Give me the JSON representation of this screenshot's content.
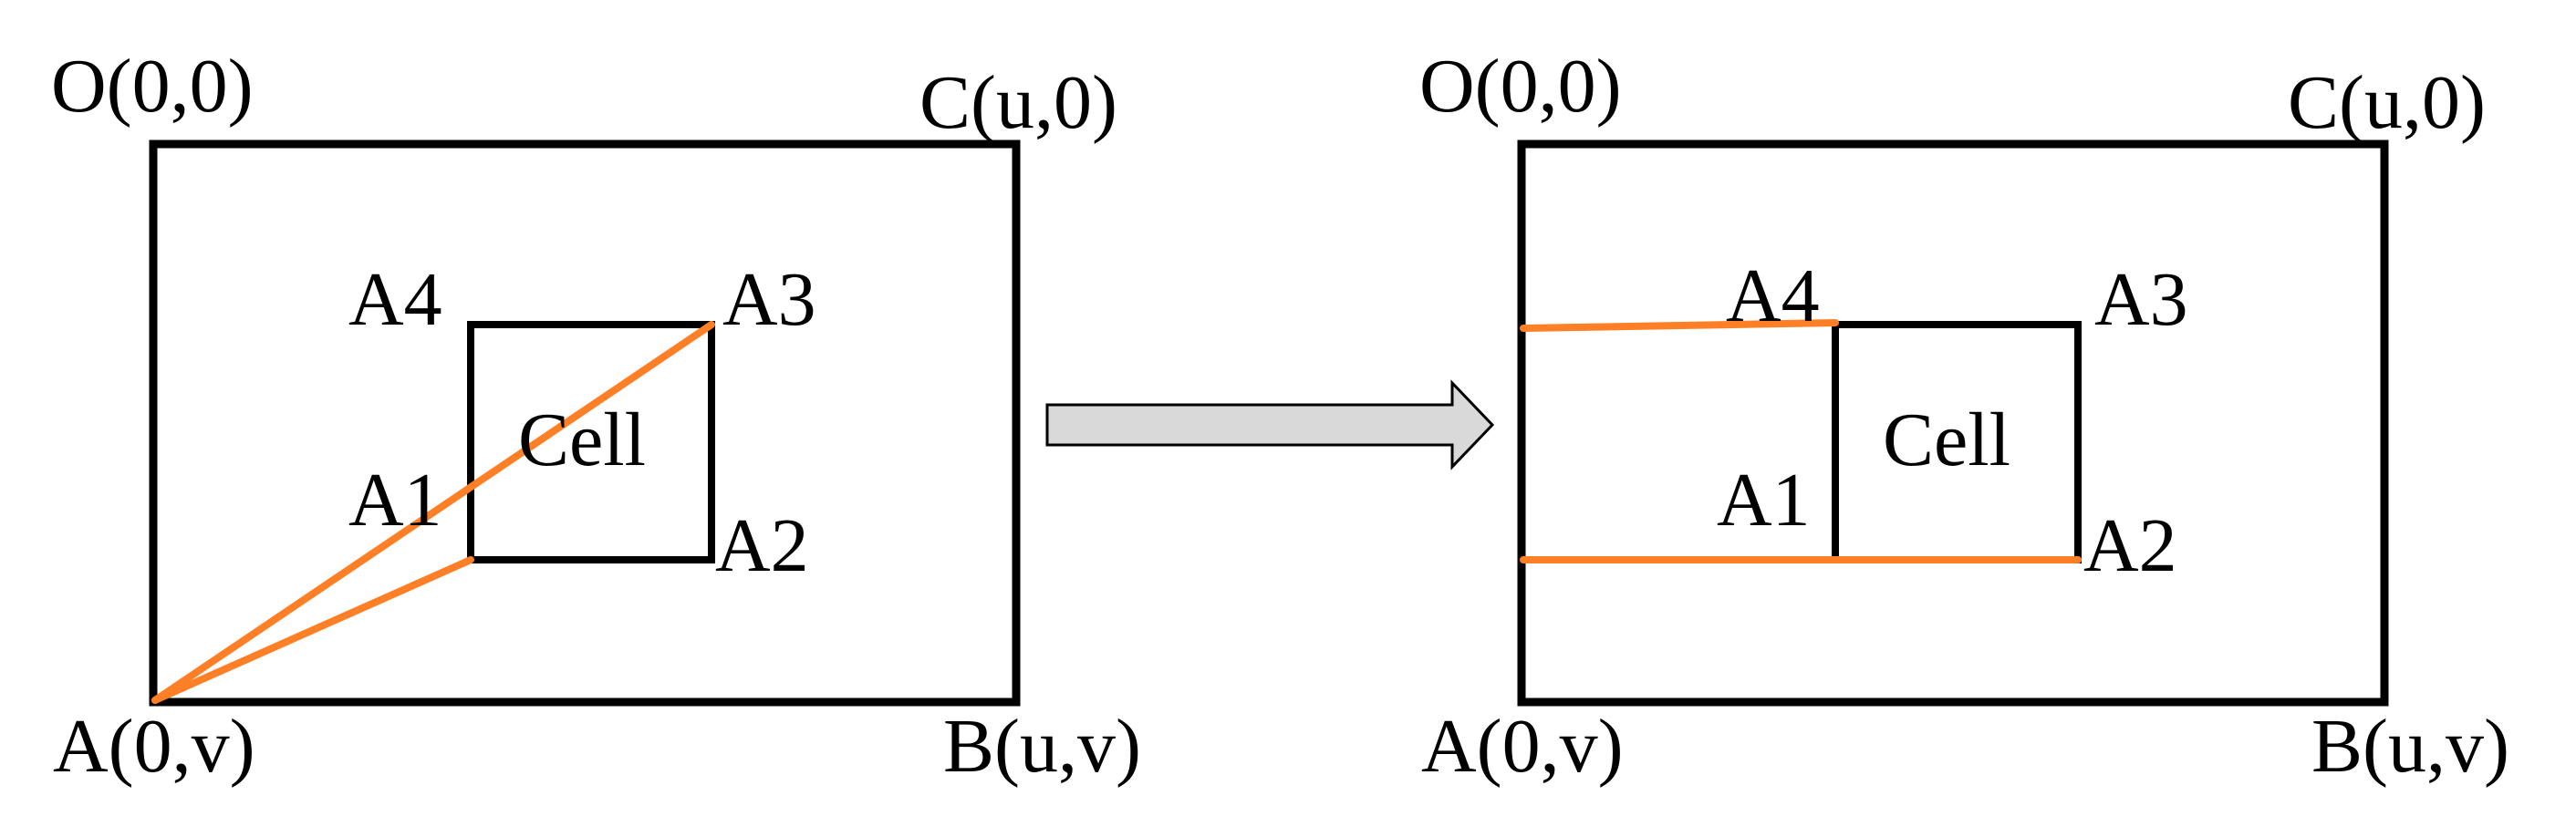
{
  "colors": {
    "outline": "#000000",
    "ray": "#FF7F27",
    "arrow_fill": "#D9D9D9",
    "background": "#FFFFFF"
  },
  "left_panel": {
    "corner_o": "O(0,0)",
    "corner_c": "C(u,0)",
    "corner_a": "A(0,v)",
    "corner_b": "B(u,v)",
    "vertex_a1": "A1",
    "vertex_a2": "A2",
    "vertex_a3": "A3",
    "vertex_a4": "A4",
    "cell_label": "Cell"
  },
  "right_panel": {
    "corner_o": "O(0,0)",
    "corner_c": "C(u,0)",
    "corner_a": "A(0,v)",
    "corner_b": "B(u,v)",
    "vertex_a1": "A1",
    "vertex_a2": "A2",
    "vertex_a3": "A3",
    "vertex_a4": "A4",
    "cell_label": "Cell"
  },
  "transition_icon": "right-arrow-icon"
}
